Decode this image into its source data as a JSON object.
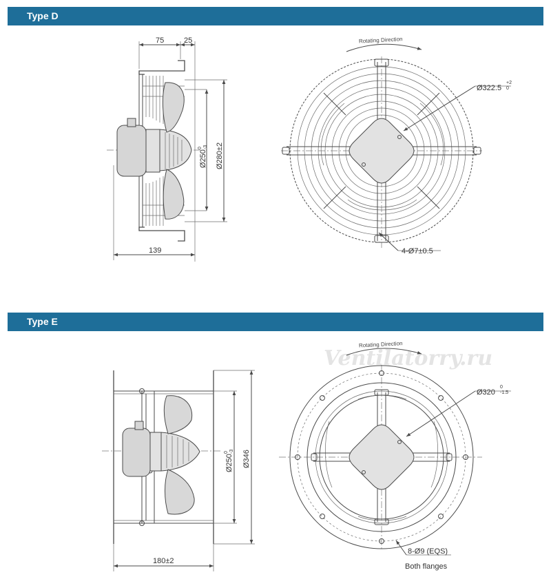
{
  "sections": {
    "d": {
      "title": "Type D",
      "side": {
        "dim_top_left": "75",
        "dim_top_right": "25",
        "dim_bottom": "139",
        "dim_inner_dia": "Ø250",
        "dim_inner_tol_up": "0",
        "dim_inner_tol_dn": "-3",
        "dim_outer_dia": "Ø280±2"
      },
      "front": {
        "rotating_direction": "Rotating Direction",
        "dim_dia": "Ø322.5",
        "dim_dia_tol_up": "+2",
        "dim_dia_tol_dn": "0",
        "dim_holes": "4-Ø7±0.5"
      }
    },
    "e": {
      "title": "Type E",
      "side": {
        "dim_bottom": "180±2",
        "dim_inner_dia": "Ø250",
        "dim_inner_tol_up": "0",
        "dim_inner_tol_dn": "-3",
        "dim_outer_dia": "Ø346"
      },
      "front": {
        "rotating_direction": "Rotating Direction",
        "dim_dia": "Ø320",
        "dim_dia_tol_up": "0",
        "dim_dia_tol_dn": "-1.5",
        "dim_holes": "8-Ø9 (EQS)",
        "dim_holes_note": "Both flanges"
      }
    }
  },
  "watermark": "Ventilatorry.ru",
  "colors": {
    "header_bar": "#1e6e99",
    "line": "#4a4a4a",
    "fill_part": "#d8d8d8"
  }
}
